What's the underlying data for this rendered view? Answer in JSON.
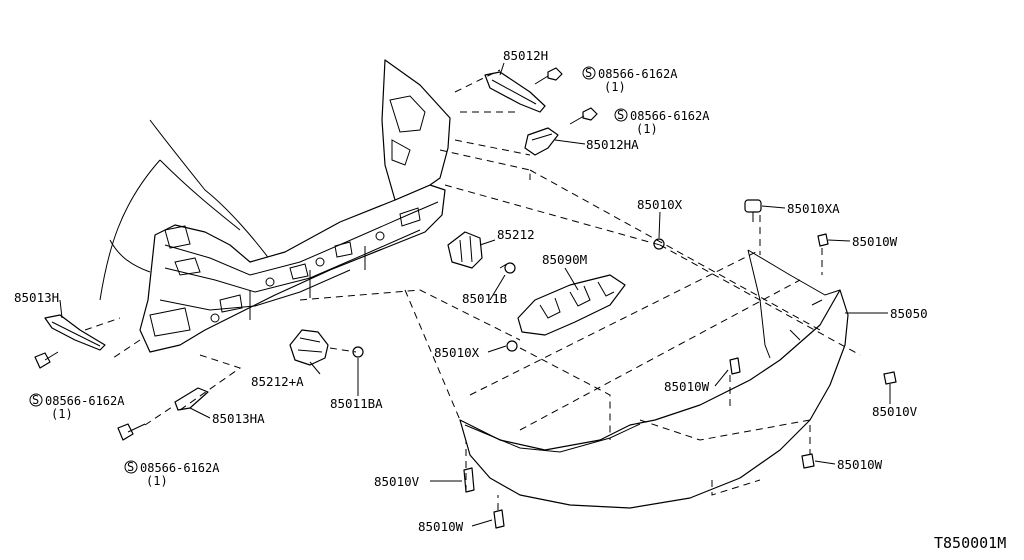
{
  "diagram": {
    "reference_code": "T850001M",
    "parts": {
      "p85012H": "85012H",
      "p85012HA": "85012HA",
      "p85212": "85212",
      "p85011B": "85011B",
      "p85090M": "85090M",
      "p85010X_top": "85010X",
      "p85010XA": "85010XA",
      "p85010W_top": "85010W",
      "p85050": "85050",
      "p85013H": "85013H",
      "p85010X_mid": "85010X",
      "p85212A": "85212+A",
      "p85011BA": "85011BA",
      "p85010W_mid": "85010W",
      "p85010V_right": "85010V",
      "p85013HA": "85013HA",
      "p85010W_lowright": "85010W",
      "p85010V_bottom": "85010V",
      "p85010W_bottom": "85010W"
    },
    "screws": {
      "s1": {
        "symbol": "S",
        "code": "08566-6162A",
        "qty": "(1)"
      },
      "s2": {
        "symbol": "S",
        "code": "08566-6162A",
        "qty": "(1)"
      },
      "s3": {
        "symbol": "S",
        "code": "08566-6162A",
        "qty": "(1)"
      },
      "s4": {
        "symbol": "S",
        "code": "08566-6162A",
        "qty": "(1)"
      }
    }
  }
}
